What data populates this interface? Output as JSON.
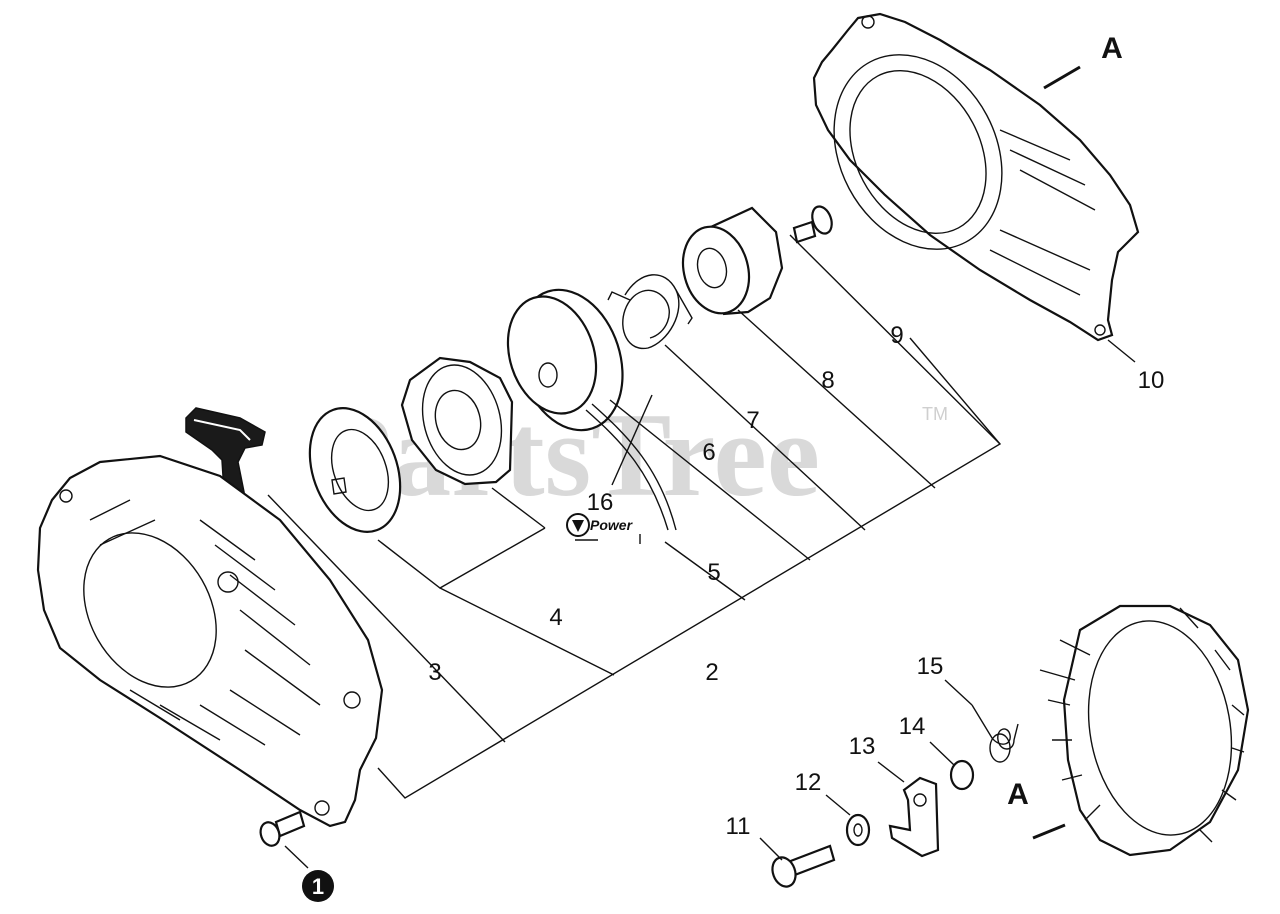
{
  "watermark": {
    "text": "PartsTree",
    "trademark": "TM"
  },
  "power_logo": {
    "text": "Power",
    "icon": "power-logo-icon"
  },
  "callouts": [
    {
      "id": "1",
      "text": "1",
      "style": "circled"
    },
    {
      "id": "2",
      "text": "2"
    },
    {
      "id": "3",
      "text": "3"
    },
    {
      "id": "4",
      "text": "4"
    },
    {
      "id": "5",
      "text": "5"
    },
    {
      "id": "6",
      "text": "6"
    },
    {
      "id": "7",
      "text": "7"
    },
    {
      "id": "8",
      "text": "8"
    },
    {
      "id": "9",
      "text": "9"
    },
    {
      "id": "10",
      "text": "10"
    },
    {
      "id": "11",
      "text": "11"
    },
    {
      "id": "12",
      "text": "12"
    },
    {
      "id": "13",
      "text": "13"
    },
    {
      "id": "14",
      "text": "14"
    },
    {
      "id": "15",
      "text": "15"
    },
    {
      "id": "16",
      "text": "16"
    }
  ],
  "reference_marks": [
    {
      "id": "A-top",
      "text": "A"
    },
    {
      "id": "A-bottom",
      "text": "A"
    }
  ]
}
